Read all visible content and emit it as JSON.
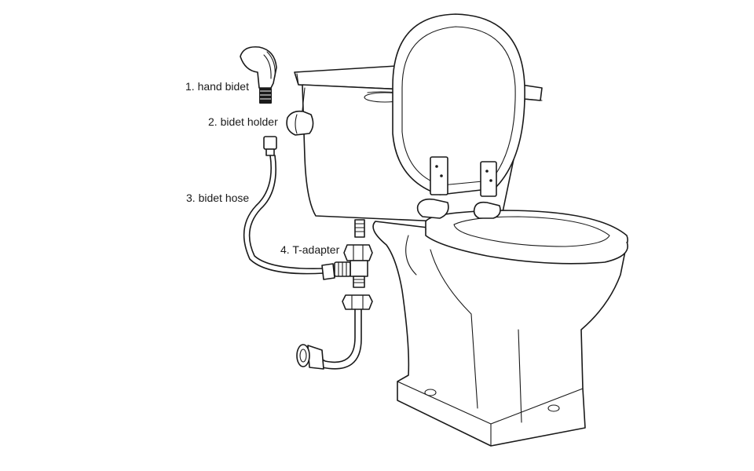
{
  "labels": {
    "hand_bidet": "1. hand bidet",
    "bidet_holder": "2. bidet holder",
    "bidet_hose": "3. bidet hose",
    "t_adapter": "4. T-adapter"
  }
}
